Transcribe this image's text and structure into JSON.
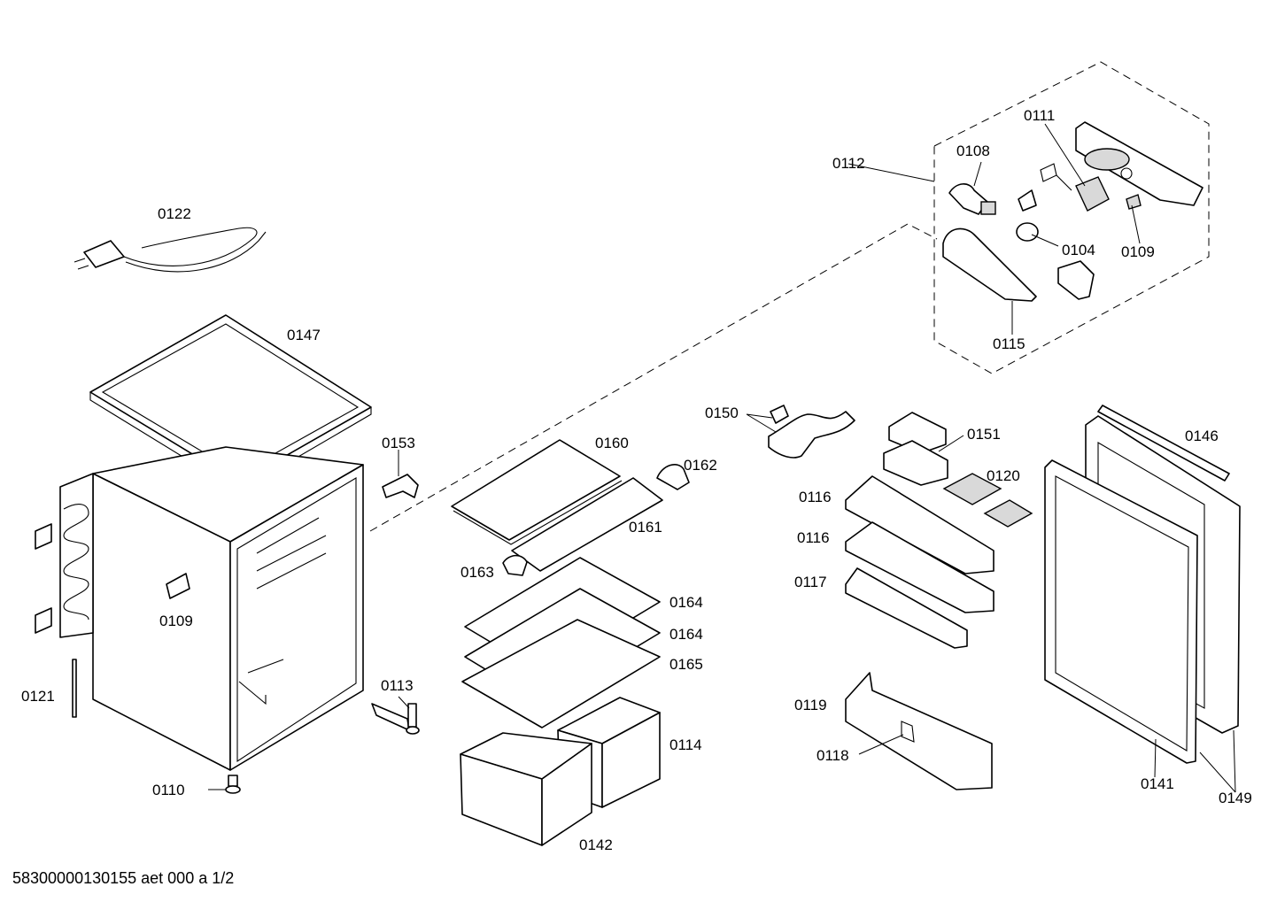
{
  "diagram": {
    "footer": "58300000130155 aet 000 a 1/2",
    "part_labels": [
      {
        "id": "0122",
        "text": "0122"
      },
      {
        "id": "0147",
        "text": "0147"
      },
      {
        "id": "0109a",
        "text": "0109"
      },
      {
        "id": "0121",
        "text": "0121"
      },
      {
        "id": "0110",
        "text": "0110"
      },
      {
        "id": "0153",
        "text": "0153"
      },
      {
        "id": "0113",
        "text": "0113"
      },
      {
        "id": "0160",
        "text": "0160"
      },
      {
        "id": "0162",
        "text": "0162"
      },
      {
        "id": "0161",
        "text": "0161"
      },
      {
        "id": "0163",
        "text": "0163"
      },
      {
        "id": "0164a",
        "text": "0164"
      },
      {
        "id": "0164b",
        "text": "0164"
      },
      {
        "id": "0165",
        "text": "0165"
      },
      {
        "id": "0114",
        "text": "0114"
      },
      {
        "id": "0142",
        "text": "0142"
      },
      {
        "id": "0150",
        "text": "0150"
      },
      {
        "id": "0151",
        "text": "0151"
      },
      {
        "id": "0120",
        "text": "0120"
      },
      {
        "id": "0116a",
        "text": "0116"
      },
      {
        "id": "0116b",
        "text": "0116"
      },
      {
        "id": "0117",
        "text": "0117"
      },
      {
        "id": "0119",
        "text": "0119"
      },
      {
        "id": "0118",
        "text": "0118"
      },
      {
        "id": "0146",
        "text": "0146"
      },
      {
        "id": "0141",
        "text": "0141"
      },
      {
        "id": "0149",
        "text": "0149"
      },
      {
        "id": "0112",
        "text": "0112"
      },
      {
        "id": "0108",
        "text": "0108"
      },
      {
        "id": "0111",
        "text": "0111"
      },
      {
        "id": "0104",
        "text": "0104"
      },
      {
        "id": "0109b",
        "text": "0109"
      },
      {
        "id": "0115",
        "text": "0115"
      }
    ]
  }
}
